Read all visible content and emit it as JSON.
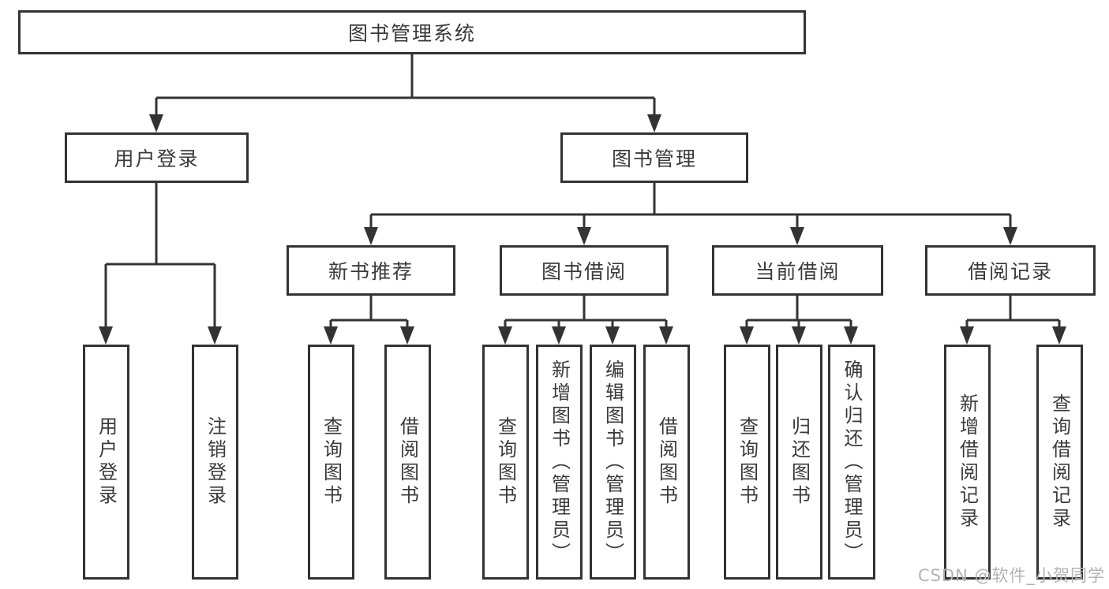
{
  "diagram": {
    "title": "图书管理系统",
    "level2": [
      {
        "label": "用户登录"
      },
      {
        "label": "图书管理"
      }
    ],
    "level3": [
      {
        "label": "新书推荐"
      },
      {
        "label": "图书借阅"
      },
      {
        "label": "当前借阅"
      },
      {
        "label": "借阅记录"
      }
    ],
    "leaves": [
      {
        "label": "用户登录"
      },
      {
        "label": "注销登录"
      },
      {
        "label": "查询图书"
      },
      {
        "label": "借阅图书"
      },
      {
        "label": "查询图书"
      },
      {
        "label": "新增图书（管理员）"
      },
      {
        "label": "编辑图书（管理员）"
      },
      {
        "label": "借阅图书"
      },
      {
        "label": "查询图书"
      },
      {
        "label": "归还图书"
      },
      {
        "label": "确认归还（管理员）"
      },
      {
        "label": "新增借阅记录"
      },
      {
        "label": "查询借阅记录"
      }
    ]
  },
  "watermark": {
    "text": "CSDN @软件_小贺同学"
  },
  "colors": {
    "line": "#333333",
    "box_border": "#333333",
    "text": "#3a3a3a",
    "watermark_text": "#b3b3b3",
    "background": "#ffffff"
  }
}
